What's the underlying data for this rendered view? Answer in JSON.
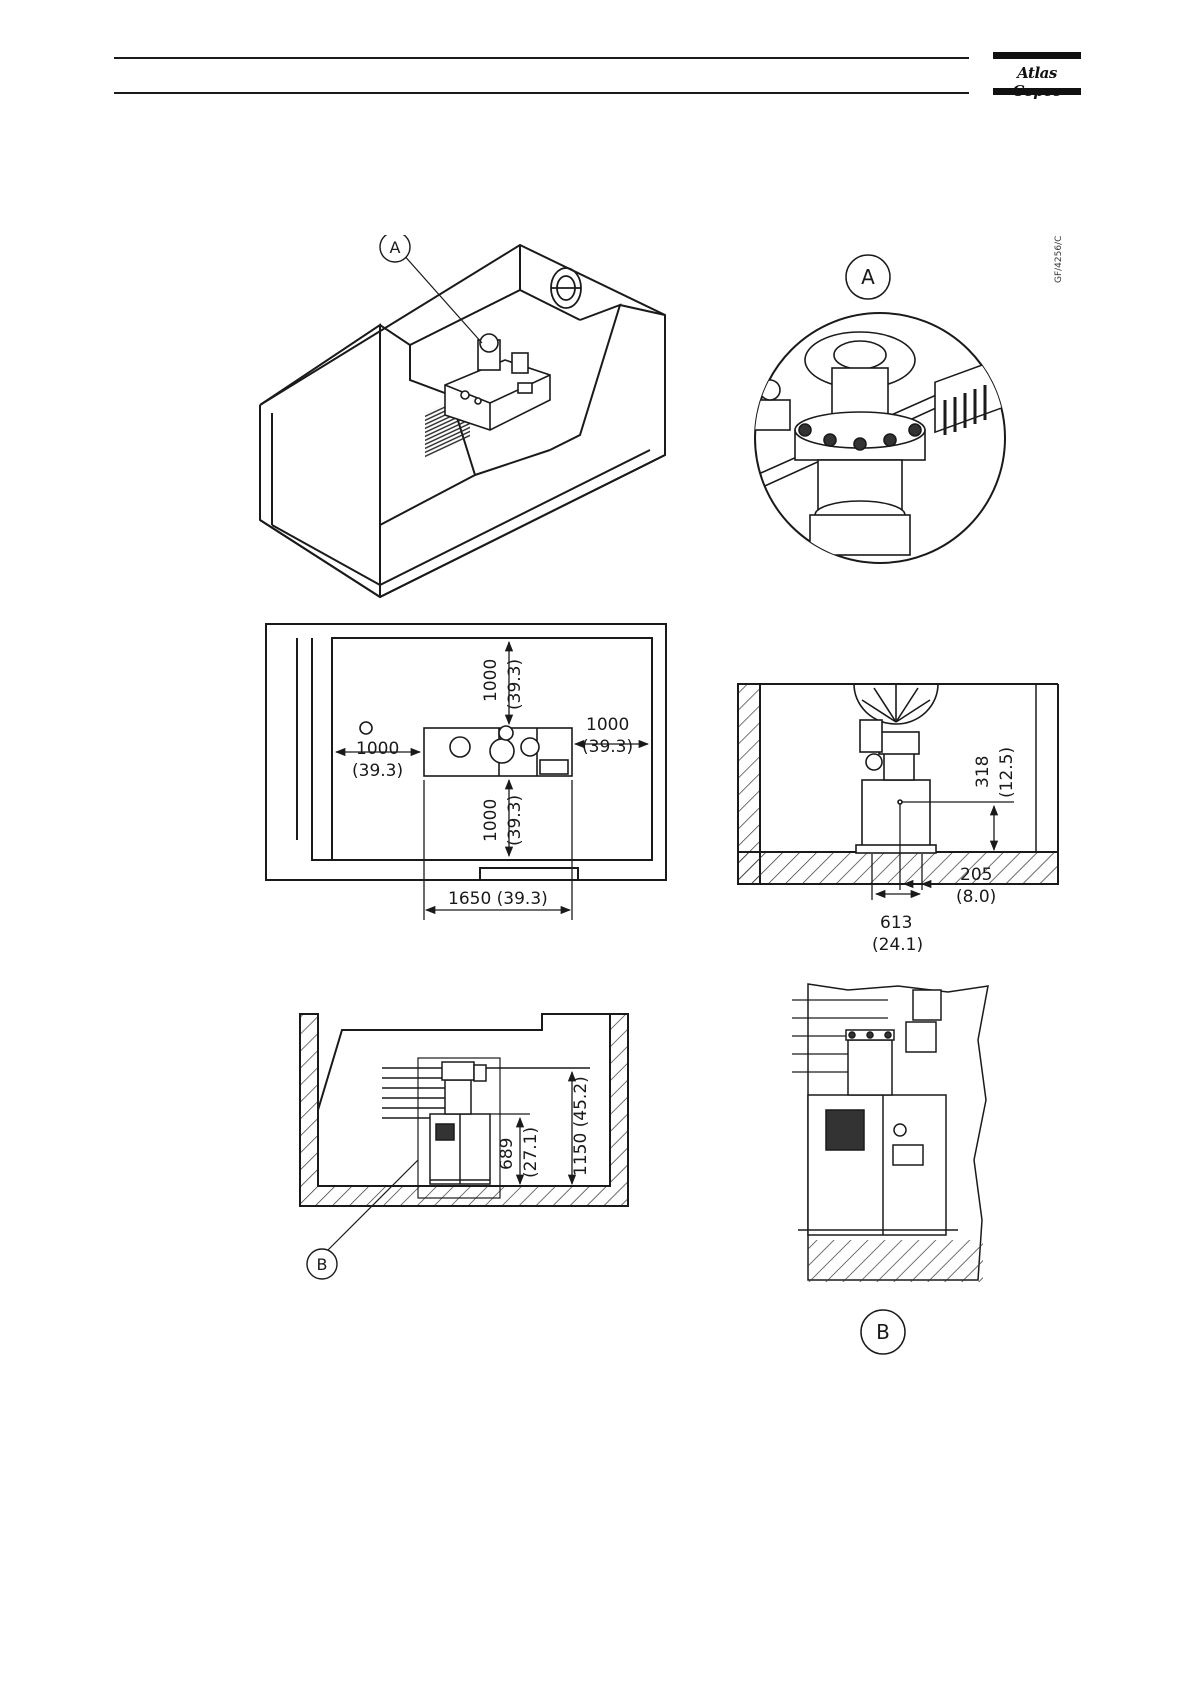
{
  "header": {
    "brand": "Atlas Copco",
    "doc_ref": "GF/4256/C"
  },
  "figure1": {
    "callout_iso": "A",
    "callout_detail": "A"
  },
  "plan": {
    "top_mm": "1000",
    "top_in": "(39.3)",
    "right_mm": "1000",
    "right_in": "(39.3)",
    "left_mm": "1000",
    "left_in": "(39.3)",
    "bottom_mm": "1000",
    "bottom_in": "(39.3)",
    "width_label": "1650 (39.3)"
  },
  "side": {
    "height_mm": "318",
    "height_in": "(12.5)",
    "offset_mm": "205",
    "offset_in": "(8.0)",
    "width_mm": "613",
    "width_in": "(24.1)"
  },
  "section": {
    "h1_mm": "689",
    "h1_in": "(27.1)",
    "h2_label": "1150 (45.2)",
    "callout": "B"
  },
  "detail_b": {
    "callout": "B"
  },
  "colors": {
    "ink": "#1a1a1a",
    "hatch": "#333333"
  }
}
